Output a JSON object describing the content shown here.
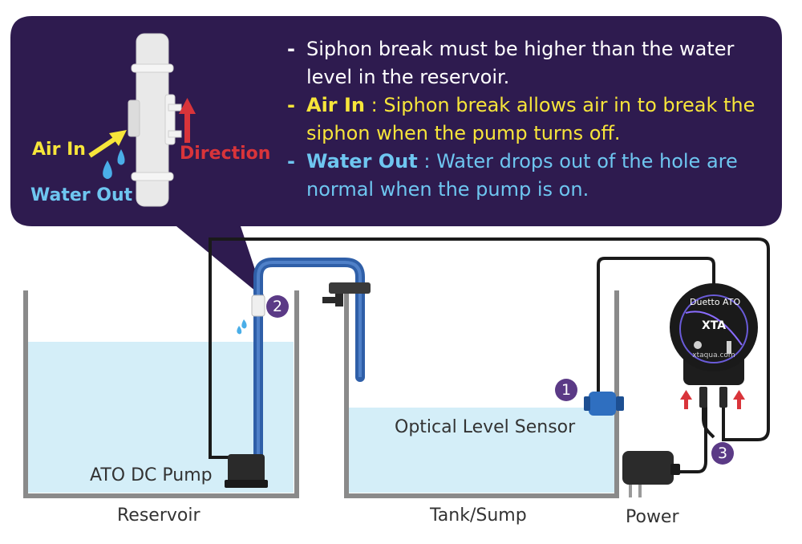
{
  "callout": {
    "point_main": "Siphon break must be higher than the water level in the reservoir.",
    "air_in_label": "Air In",
    "air_in_text": ": Siphon break allows air in to break the siphon when the pump turns off.",
    "water_out_label": "Water Out",
    "water_out_text": ": Water drops out of the hole are normal when the pump is on.",
    "figure_air_in": "Air In",
    "figure_direction": "Direction",
    "figure_water_out": "Water Out"
  },
  "labels": {
    "reservoir": "Reservoir",
    "tank": "Tank/Sump",
    "power": "Power",
    "pump": "ATO DC Pump",
    "sensor": "Optical Level Sensor"
  },
  "controller": {
    "brand": "Duetto ATO",
    "logo": "XTA",
    "url": "xtaqua.com"
  },
  "markers": [
    "1",
    "2",
    "3"
  ],
  "colors": {
    "callout_bg": "#2e1b4f",
    "water": "#d4eef8",
    "tube": "#2f5fa8",
    "yellow": "#f7e53a",
    "blue": "#6ec6f0",
    "red": "#d9343a",
    "marker": "#5b3a86"
  }
}
